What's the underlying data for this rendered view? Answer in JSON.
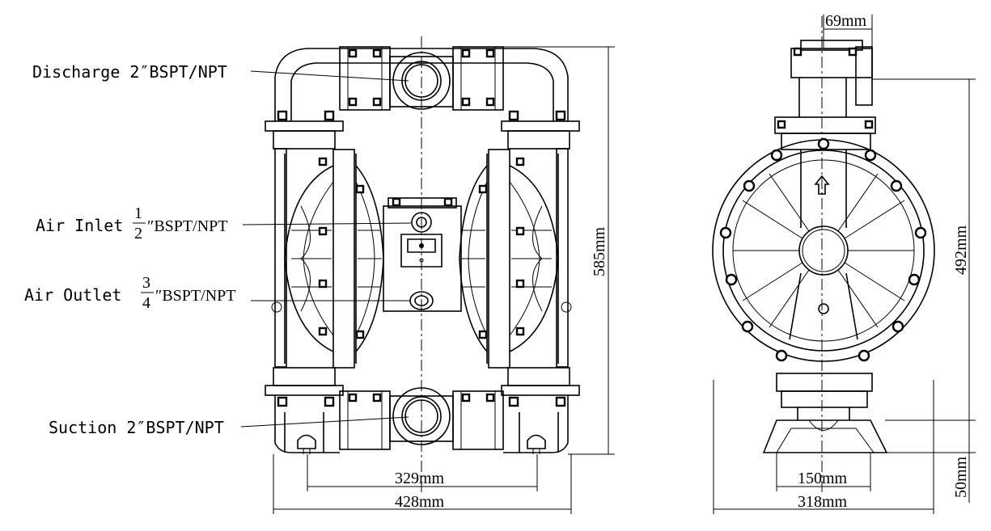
{
  "labels": {
    "discharge": "Discharge 2″BSPT/NPT",
    "air_inlet_prefix": "Air Inlet",
    "air_inlet_num": "1",
    "air_inlet_den": "2",
    "air_inlet_suffix": "″BSPT/NPT",
    "air_outlet_prefix": "Air Outlet",
    "air_outlet_num": "3",
    "air_outlet_den": "4",
    "air_outlet_suffix": "″BSPT/NPT",
    "suction": "Suction 2″BSPT/NPT"
  },
  "dimensions": {
    "front_height": "585mm",
    "front_inner_width": "329mm",
    "front_outer_width": "428mm",
    "side_top_offset": "69mm",
    "side_height": "492mm",
    "side_inner_width": "150mm",
    "side_outer_width": "318mm",
    "side_base_height": "50mm"
  }
}
